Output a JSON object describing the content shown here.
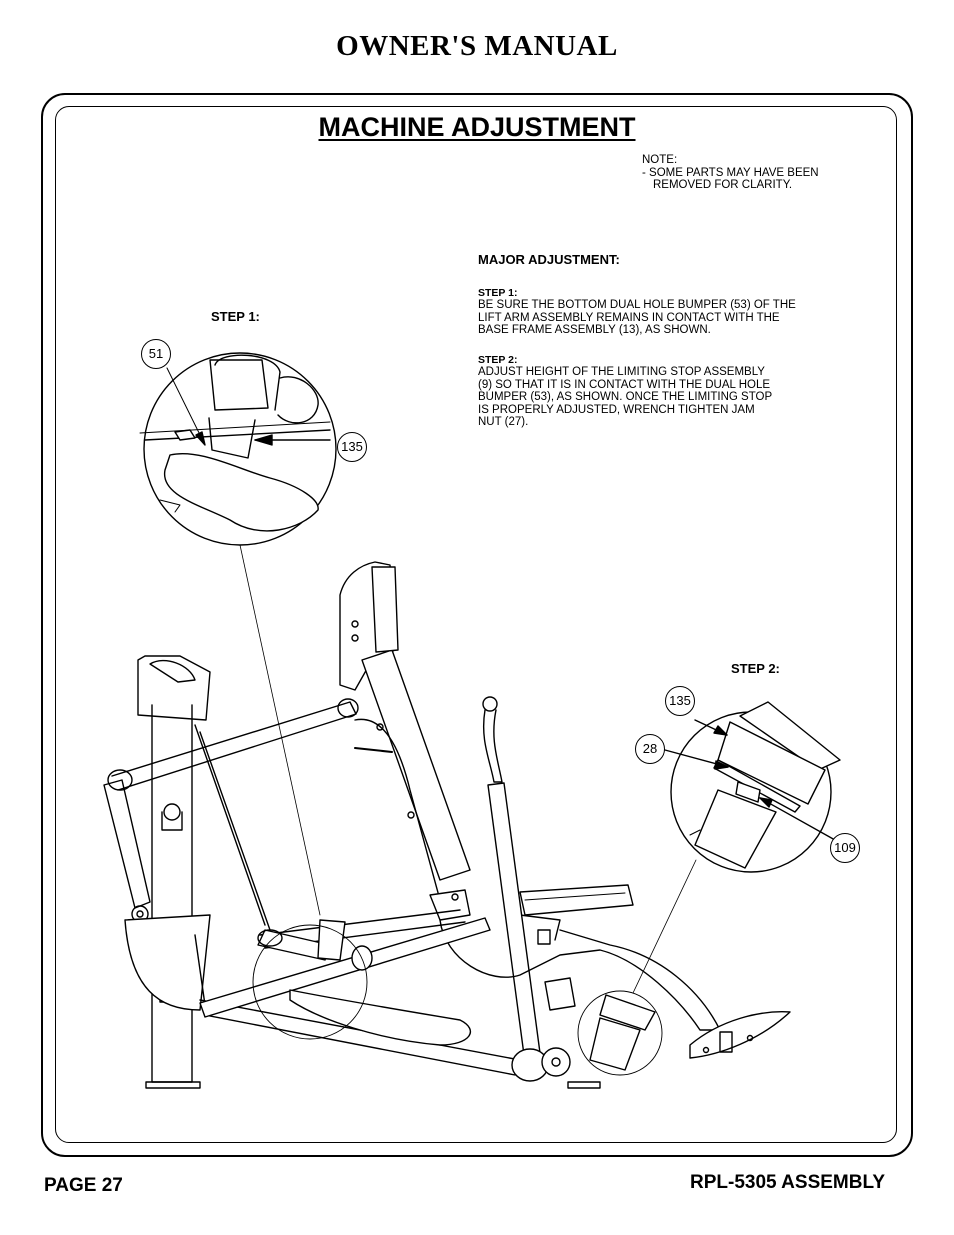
{
  "header": {
    "title": "OWNER'S MANUAL"
  },
  "section": {
    "title": "MACHINE ADJUSTMENT"
  },
  "note": {
    "line1": "NOTE:",
    "line2": "-  SOME PARTS MAY HAVE BEEN",
    "line3": "REMOVED FOR CLARITY."
  },
  "instructions": {
    "heading": "MAJOR ADJUSTMENT:",
    "step1": {
      "label": "STEP 1:",
      "lines": [
        "BE SURE THE BOTTOM DUAL HOLE BUMPER (53) OF THE",
        "LIFT ARM ASSEMBLY REMAINS IN CONTACT WITH THE",
        "BASE FRAME ASSEMBLY (13), AS SHOWN."
      ]
    },
    "step2": {
      "label": "STEP 2:",
      "lines": [
        "ADJUST HEIGHT OF THE LIMITING STOP ASSEMBLY",
        "(9) SO THAT IT IS IN CONTACT WITH THE DUAL HOLE",
        "BUMPER (53), AS SHOWN. ONCE THE LIMITING STOP",
        "IS PROPERLY ADJUSTED, WRENCH TIGHTEN JAM",
        "NUT (27)."
      ]
    }
  },
  "diagram": {
    "step1_label": "STEP 1:",
    "step2_label": "STEP 2:",
    "callouts": {
      "c51": "51",
      "c135a": "135",
      "c135b": "135",
      "c28": "28",
      "c109": "109"
    }
  },
  "footer": {
    "page": "PAGE 27",
    "model": "RPL-5305 ASSEMBLY"
  }
}
